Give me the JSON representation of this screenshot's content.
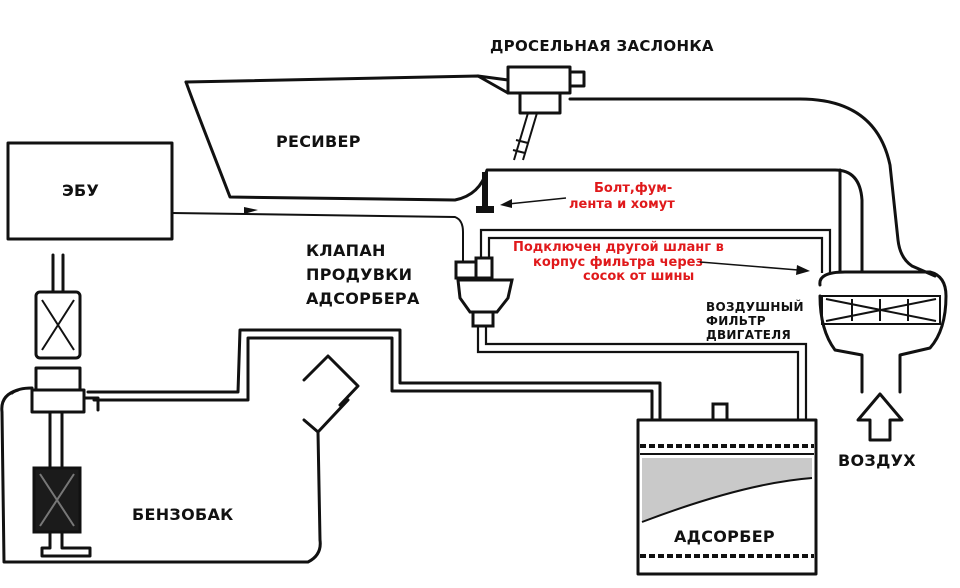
{
  "labels": {
    "throttle": "ДРОСЕЛЬНАЯ ЗАСЛОНКА",
    "receiver": "РЕСИВЕР",
    "ecu": "ЭБУ",
    "valve_line1": "КЛАПАН",
    "valve_line2": "ПРОДУВКИ",
    "valve_line3": "АДСОРБЕРА",
    "air_filter_line1": "ВОЗДУШНЫЙ",
    "air_filter_line2": "ФИЛЬТР",
    "air_filter_line3": "ДВИГАТЕЛЯ",
    "air": "ВОЗДУХ",
    "fuel_tank": "БЕНЗОБАК",
    "adsorber": "АДСОРБЕР"
  },
  "annotations": {
    "bolt_line1": "Болт,фум-",
    "bolt_line2": "лента и хомут",
    "hose_line1": "Подключен другой шланг в",
    "hose_line2": "корпус фильтра через",
    "hose_line3": "сосок от шины"
  },
  "colors": {
    "line": "#111111",
    "annotation": "#e0191b",
    "background": "#ffffff"
  }
}
